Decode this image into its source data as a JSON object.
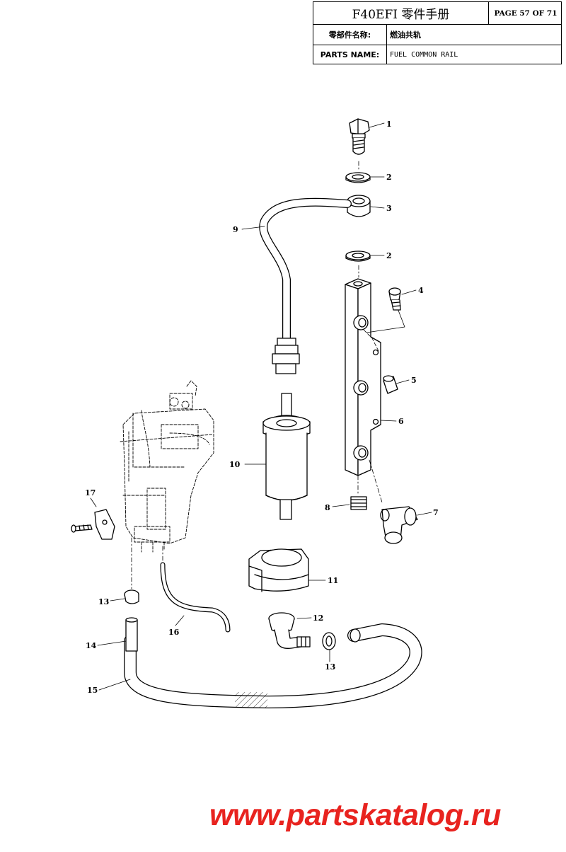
{
  "title_block": {
    "title": "F40EFI 零件手册",
    "page": "PAGE 57 OF 71",
    "parts_name_cn_label": "零部件名称:",
    "parts_name_cn_value": "燃油共轨",
    "parts_name_en_label": "PARTS NAME:",
    "parts_name_en_value": "FUEL COMMON RAIL"
  },
  "callouts": [
    "1",
    "2",
    "3",
    "2",
    "4",
    "5",
    "6",
    "7",
    "8",
    "9",
    "10",
    "11",
    "12",
    "13",
    "13",
    "14",
    "15",
    "16",
    "17"
  ],
  "watermark": "www.partskatalog.ru",
  "colors": {
    "line": "#000000",
    "watermark": "#e8231f",
    "background": "#ffffff"
  }
}
